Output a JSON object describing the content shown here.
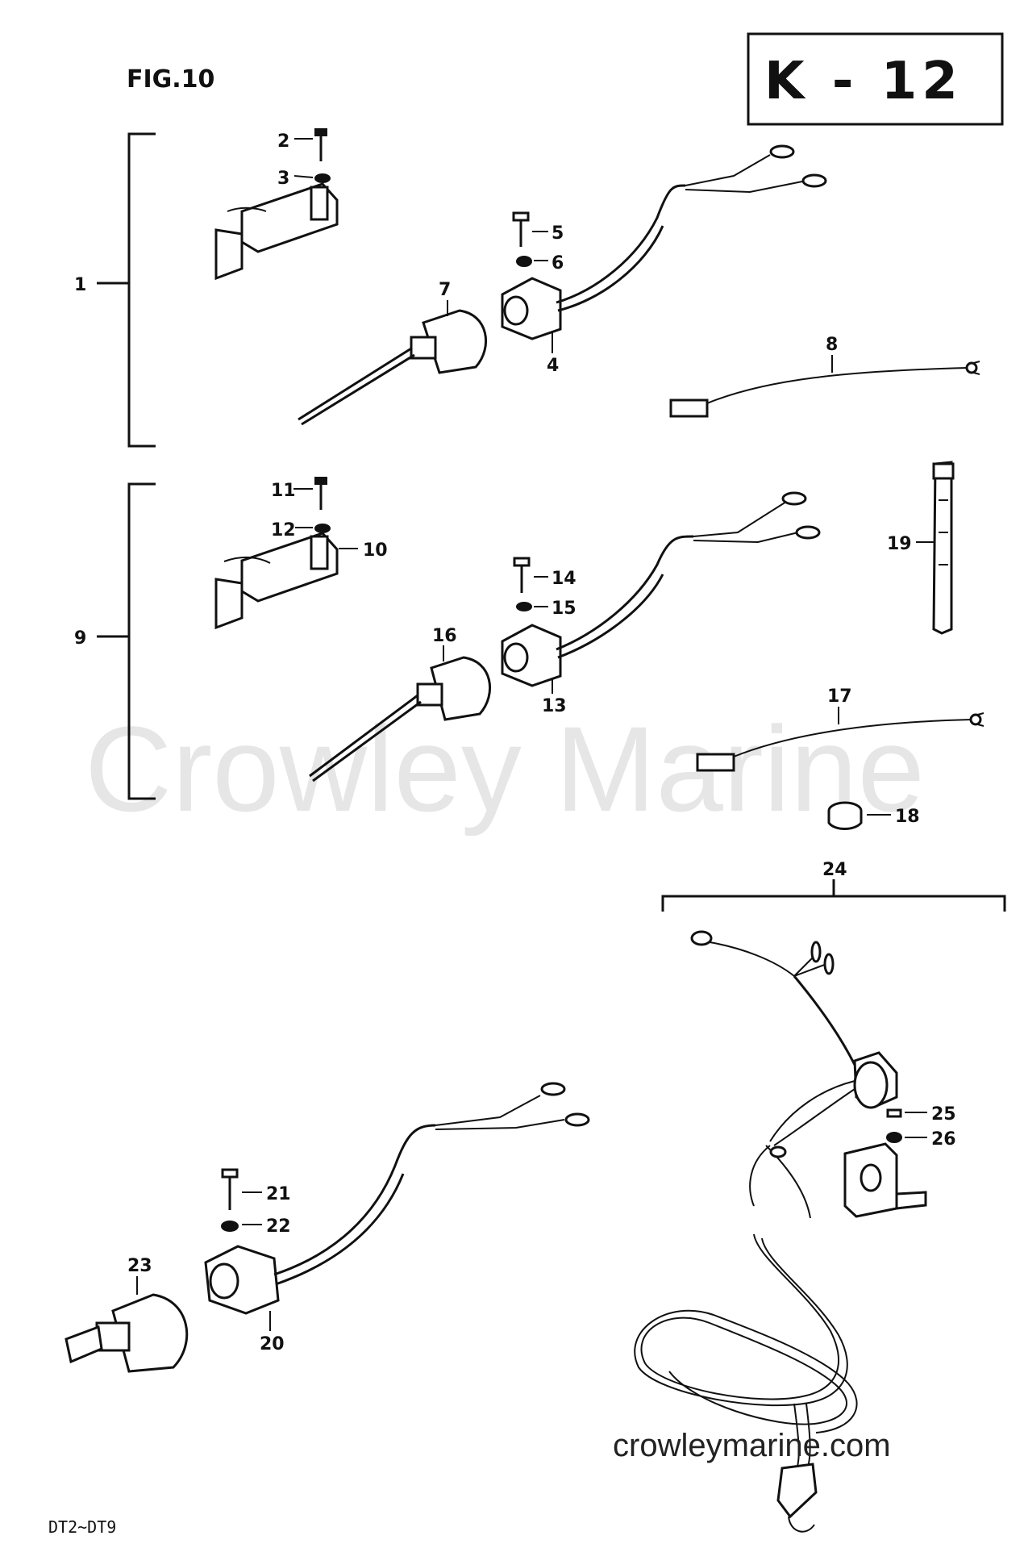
{
  "header": {
    "figure_label": "FIG.10",
    "section_code": "K - 12"
  },
  "footer": {
    "model_range": "DT2~DT9",
    "website": "crowleymarine.com"
  },
  "watermark": {
    "text": "Crowley Marine"
  },
  "callouts": {
    "c1": "1",
    "c2": "2",
    "c3": "3",
    "c4": "4",
    "c5": "5",
    "c6": "6",
    "c7": "7",
    "c8": "8",
    "c9": "9",
    "c10": "10",
    "c11": "11",
    "c12": "12",
    "c13": "13",
    "c14": "14",
    "c15": "15",
    "c16": "16",
    "c17": "17",
    "c18": "18",
    "c19": "19",
    "c20": "20",
    "c21": "21",
    "c22": "22",
    "c23": "23",
    "c24": "24",
    "c25": "25",
    "c26": "26"
  }
}
